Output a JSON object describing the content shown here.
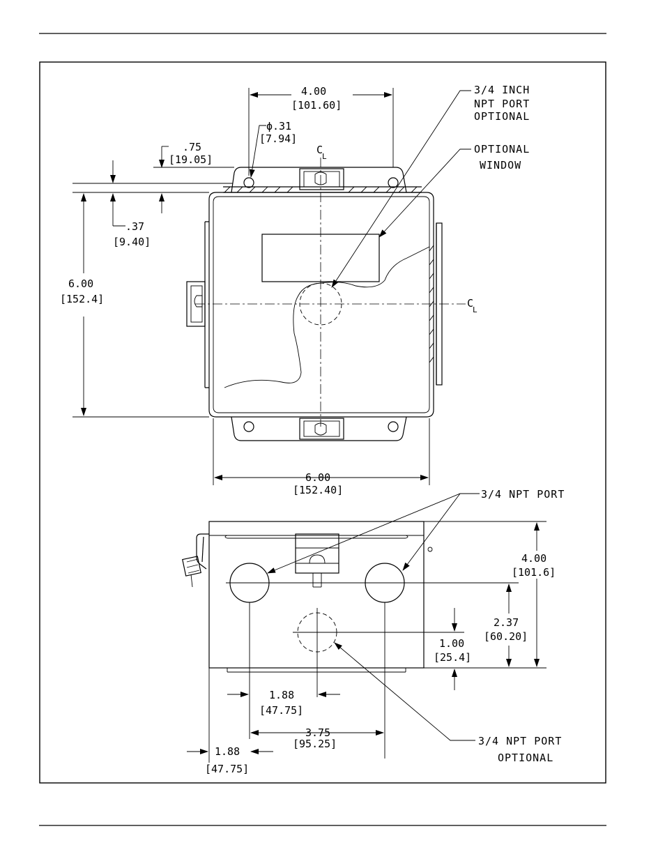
{
  "callouts": {
    "port_top_l1": "3/4 INCH",
    "port_top_l2": "NPT PORT",
    "port_top_l3": "OPTIONAL",
    "window_l1": "OPTIONAL",
    "window_l2": "WINDOW",
    "npt_port": "3/4 NPT PORT",
    "npt_opt_l1": "3/4 NPT PORT",
    "npt_opt_l2": "OPTIONAL"
  },
  "dims": {
    "top_width_in": "4.00",
    "top_width_mm": "[101.60]",
    "hole_dia_in": "ϕ.31",
    "hole_dia_mm": "[7.94]",
    "flange_in": ".75",
    "flange_mm": "[19.05]",
    "offset_in": ".37",
    "offset_mm": "[9.40]",
    "height_in": "6.00",
    "height_mm": "[152.4]",
    "width_in": "6.00",
    "width_mm": "[152.40]",
    "depth_in": "4.00",
    "depth_mm": "[101.6]",
    "port_h_in": "2.37",
    "port_h_mm": "[60.20]",
    "opt_h_in": "1.00",
    "opt_h_mm": "[25.4]",
    "half_in": "1.88",
    "half_mm": "[47.75]",
    "span_in": "3.75",
    "span_mm": "[95.25]",
    "edge_in": "1.88",
    "edge_mm": "[47.75]"
  },
  "centerline_symbol": "C",
  "centerline_sub": "L"
}
